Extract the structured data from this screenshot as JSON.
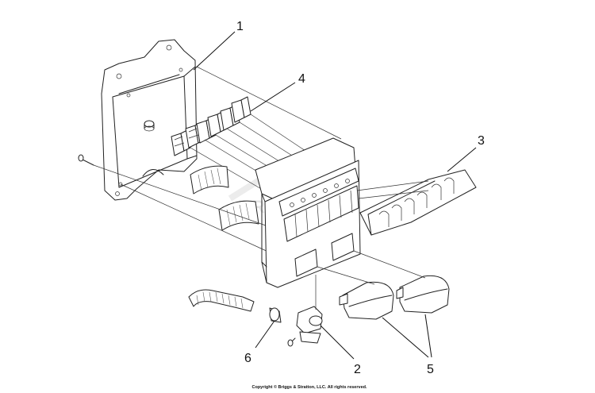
{
  "callouts": [
    {
      "id": "1",
      "label": "1"
    },
    {
      "id": "2",
      "label": "2"
    },
    {
      "id": "3",
      "label": "3"
    },
    {
      "id": "4",
      "label": "4"
    },
    {
      "id": "5",
      "label": "5"
    },
    {
      "id": "6",
      "label": "6"
    }
  ],
  "watermark": "BRIGGS",
  "copyright": "Copyright © Briggs & Stratton, LLC. All rights reserved.",
  "colors": {
    "line": "#222222",
    "background": "#ffffff",
    "watermark": "#e6e6e6"
  }
}
